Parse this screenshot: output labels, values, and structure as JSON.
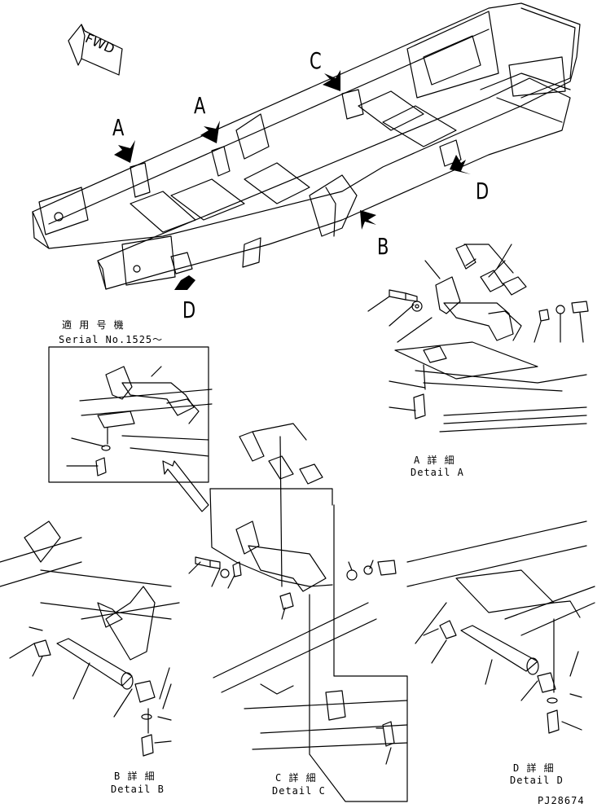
{
  "direction": {
    "label": "FWD"
  },
  "callouts": {
    "a1": "A",
    "a2": "A",
    "b": "B",
    "c": "C",
    "d1": "D",
    "d2": "D"
  },
  "serial_note": {
    "jp": "適 用 号 機",
    "en": "Serial No.1525～"
  },
  "details": {
    "a": {
      "jp": "A 詳 細",
      "en": "Detail A"
    },
    "b": {
      "jp": "B 詳 細",
      "en": "Detail B"
    },
    "c": {
      "jp": "C 詳 細",
      "en": "Detail C"
    },
    "d": {
      "jp": "D 詳 細",
      "en": "Detail D"
    }
  },
  "drawing_number": "PJ28674"
}
